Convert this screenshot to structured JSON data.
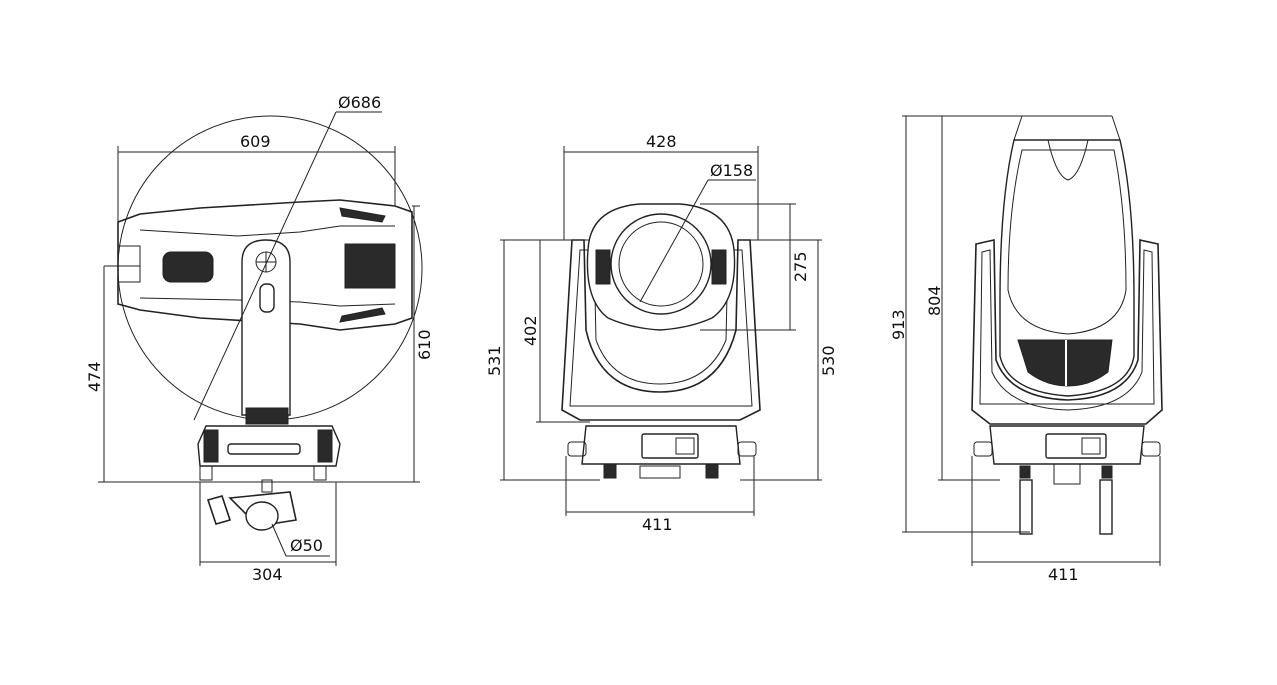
{
  "dimensions": {
    "side_view": {
      "swing_diameter": "Ø686",
      "head_width": "609",
      "height_to_axis": "474",
      "total_height": "610",
      "base_width": "304",
      "clamp_diameter": "Ø50"
    },
    "front_view": {
      "head_width": "428",
      "lens_diameter": "Ø158",
      "yoke_height": "402",
      "total_height_left": "531",
      "lens_housing_height": "275",
      "total_height_right": "530",
      "base_width": "411"
    },
    "back_view": {
      "overall_height": "913",
      "head_height": "804",
      "base_width": "411"
    }
  }
}
